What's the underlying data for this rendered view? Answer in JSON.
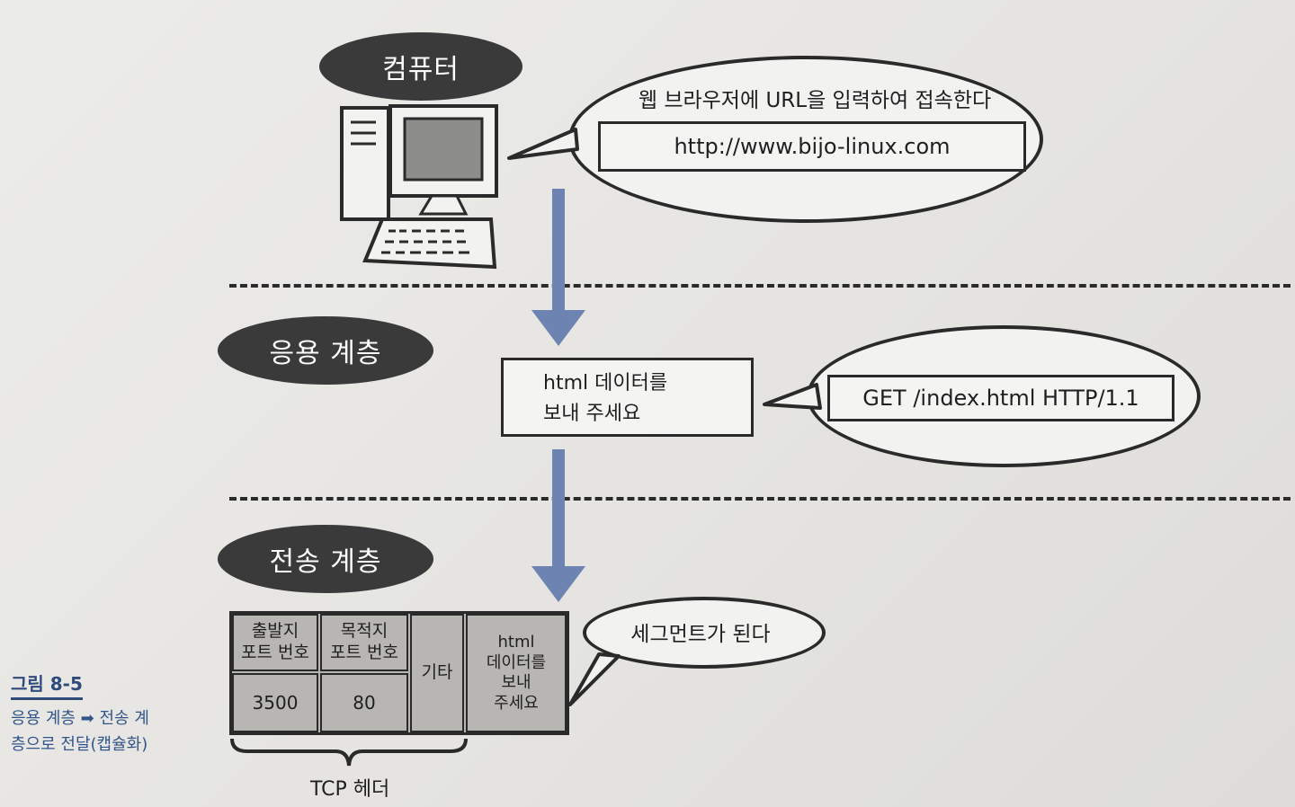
{
  "labels": {
    "computer": "컴퓨터",
    "app_layer": "응용 계층",
    "transport_layer": "전송 계층"
  },
  "bubble1": {
    "text": "웹 브라우저에 URL을 입력하여 접속한다",
    "url": "http://www.bijo-linux.com"
  },
  "app_box": {
    "line1": "html 데이터를",
    "line2": "보내 주세요"
  },
  "bubble2": {
    "text": "GET /index.html HTTP/1.1"
  },
  "segment": {
    "src_port_label": "출발지\n포트 번호",
    "dst_port_label": "목적지\n포트 번호",
    "other_label": "기타",
    "src_port_value": "3500",
    "dst_port_value": "80",
    "data_label": "html\n데이터를\n보내\n주세요"
  },
  "bubble3": {
    "text": "세그먼트가 된다"
  },
  "brace_label": "TCP 헤더",
  "caption": {
    "title": "그림 8-5",
    "line1": "응용 계층 ➡ 전송 계",
    "line2": "층으로 전달(캡슐화)"
  },
  "colors": {
    "arrow": "#6d84b2",
    "pill": "#3a3a3a",
    "segment_fill": "#b7b6b3",
    "caption": "#2f4b7c"
  }
}
